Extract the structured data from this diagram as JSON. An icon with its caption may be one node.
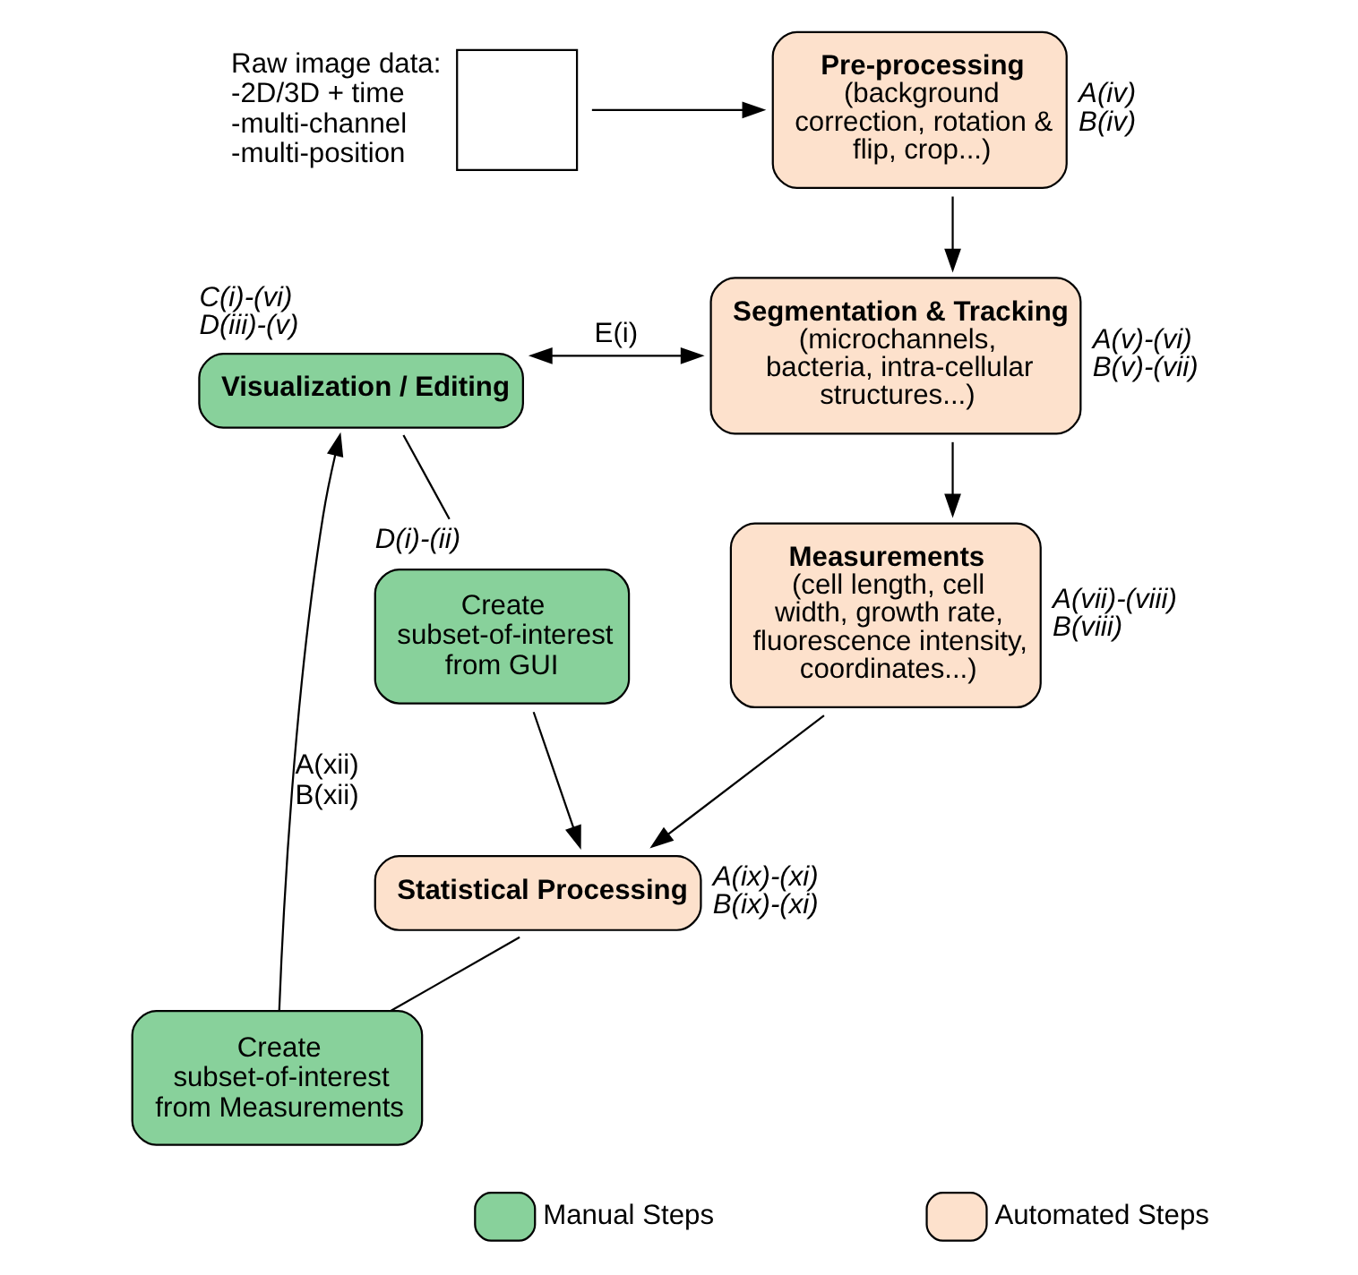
{
  "diagram": {
    "nodes": [
      {
        "text": [],
        "shape": "box",
        "beside": [
          "Raw image data: -2D/3D + time -multi-channel -multi-position"
        ]
      },
      {
        "text": [
          "Pre-processing",
          "(background correction, rotation & flip, crop...)"
        ],
        "beside": [
          "A(iv)",
          "B(iv)"
        ]
      },
      {
        "text": [
          "Segmentation & Tracking",
          "(microchannels, bacteria, intra-cellular structures...)"
        ],
        "beside": [
          "A(v)-(vi)",
          "B(v)-(vii)"
        ]
      },
      {
        "text": [
          "Visualization / Editing"
        ],
        "beside": [
          "C(i)-(vi)",
          "D(iii)-(v)"
        ]
      },
      {
        "text": [
          "Measurements",
          "(cell length, cell width, growth rate, fluorescence intensity, coordinates...)"
        ],
        "beside": [
          "A(vii)-(viii)",
          "B(viii)"
        ]
      },
      {
        "text": [
          "Create subset-of-interest from Measurements"
        ]
      },
      {
        "text": [
          "Create subset-of-interest from GUI"
        ],
        "beside": [
          "D(i)-(ii)"
        ]
      },
      {
        "text": [
          "Statistical Processing"
        ],
        "beside": [
          "A(ix)-(xi)",
          "B(ix)-(xi)"
        ]
      }
    ],
    "edges": [
      {
        "from": 0,
        "to": 1,
        "arrow": "to"
      },
      {
        "from": 1,
        "to": 2,
        "arrow": "to"
      },
      {
        "from": 3,
        "to": 2,
        "arrow": "both",
        "label": "E(i)"
      },
      {
        "from": 2,
        "to": 4,
        "arrow": "to"
      },
      {
        "from": 4,
        "to": 7,
        "arrow": "to"
      },
      {
        "from": 7,
        "to": 5,
        "arrow": "none"
      },
      {
        "from": 5,
        "to": 3,
        "arrow": "to",
        "label": "A(xii) B(xii)"
      },
      {
        "from": 3,
        "to": 6,
        "arrow": "none"
      },
      {
        "from": 6,
        "to": 7,
        "arrow": "to"
      }
    ],
    "legend": [
      {
        "text": "Manual Steps",
        "color": "#88d19b"
      },
      {
        "text": "Automated Steps",
        "color": "#fde1cc"
      }
    ]
  }
}
